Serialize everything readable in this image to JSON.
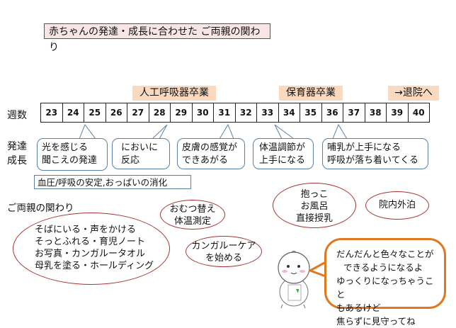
{
  "title": "赤ちゃんの発達・成長に合わせた ご両親の関わり",
  "milestones": {
    "ventilator": "人工呼吸器卒業",
    "incubator": "保育器卒業",
    "discharge": "→退院へ"
  },
  "weeks_label": "週数",
  "weeks": [
    "23",
    "24",
    "25",
    "26",
    "27",
    "28",
    "29",
    "30",
    "31",
    "32",
    "33",
    "34",
    "35",
    "36",
    "37",
    "38",
    "39",
    "40"
  ],
  "development_label": [
    "発達",
    "成長"
  ],
  "development_bubbles": [
    [
      "光を感じる",
      "聞こえの発達"
    ],
    [
      "においに",
      "反応"
    ],
    [
      "皮膚の感覚が",
      "できあがる"
    ],
    [
      "体温調節が",
      "上手になる"
    ],
    [
      "哺乳が上手になる",
      "呼吸が落ち着いてくる"
    ]
  ],
  "stability": "血圧/呼吸の安定,おっぱいの消化",
  "parents_label": "ご両親の関わり",
  "parent_items": {
    "diaper": [
      "おむつ替え",
      "体温測定"
    ],
    "holding": [
      "抱っこ",
      "お風呂",
      "直接授乳"
    ],
    "outing": "院内外泊",
    "kangaroo": [
      "カンガルーケア",
      "を始める"
    ],
    "early": [
      "そばにいる・声をかける",
      "そっとふれる・育児ノート",
      "お写真・カンガルータオル",
      "母乳を塗る・ホールディング"
    ]
  },
  "speech": [
    "だんだんと色々なことが",
    "できるようになるよ",
    "ゆっくりになっちゃうこと",
    "もあるけど",
    "焦らずに見守ってね"
  ],
  "colors": {
    "title_bg": "#f8e6e6",
    "milestone_bg": "#fbd9bf",
    "bubble_border": "#5a80a8",
    "ellipse_border": "#a33333",
    "speech_border": "#e07820"
  }
}
